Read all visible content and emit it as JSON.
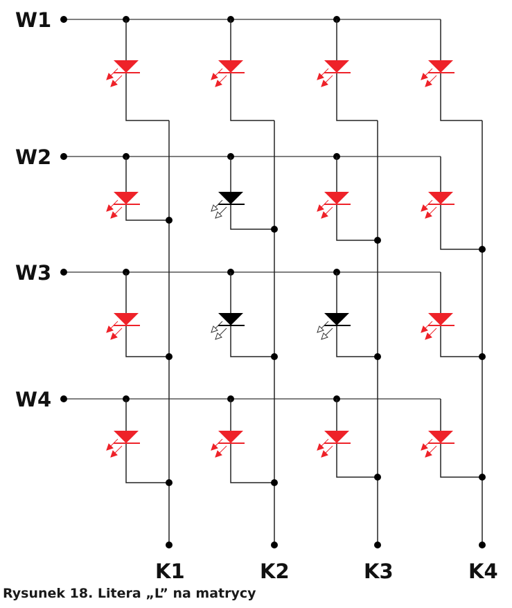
{
  "rows": [
    "W1",
    "W2",
    "W3",
    "W4"
  ],
  "columns": [
    "K1",
    "K2",
    "K3",
    "K4"
  ],
  "led_states": [
    [
      "on",
      "on",
      "on",
      "on"
    ],
    [
      "on",
      "off",
      "on",
      "on"
    ],
    [
      "on",
      "off",
      "off",
      "on"
    ],
    [
      "on",
      "on",
      "on",
      "on"
    ]
  ],
  "colors": {
    "on": "#ee2229",
    "off": "#000000",
    "wire": "#555555"
  },
  "caption": "Rysunek 18. Litera „L” na matrycy"
}
